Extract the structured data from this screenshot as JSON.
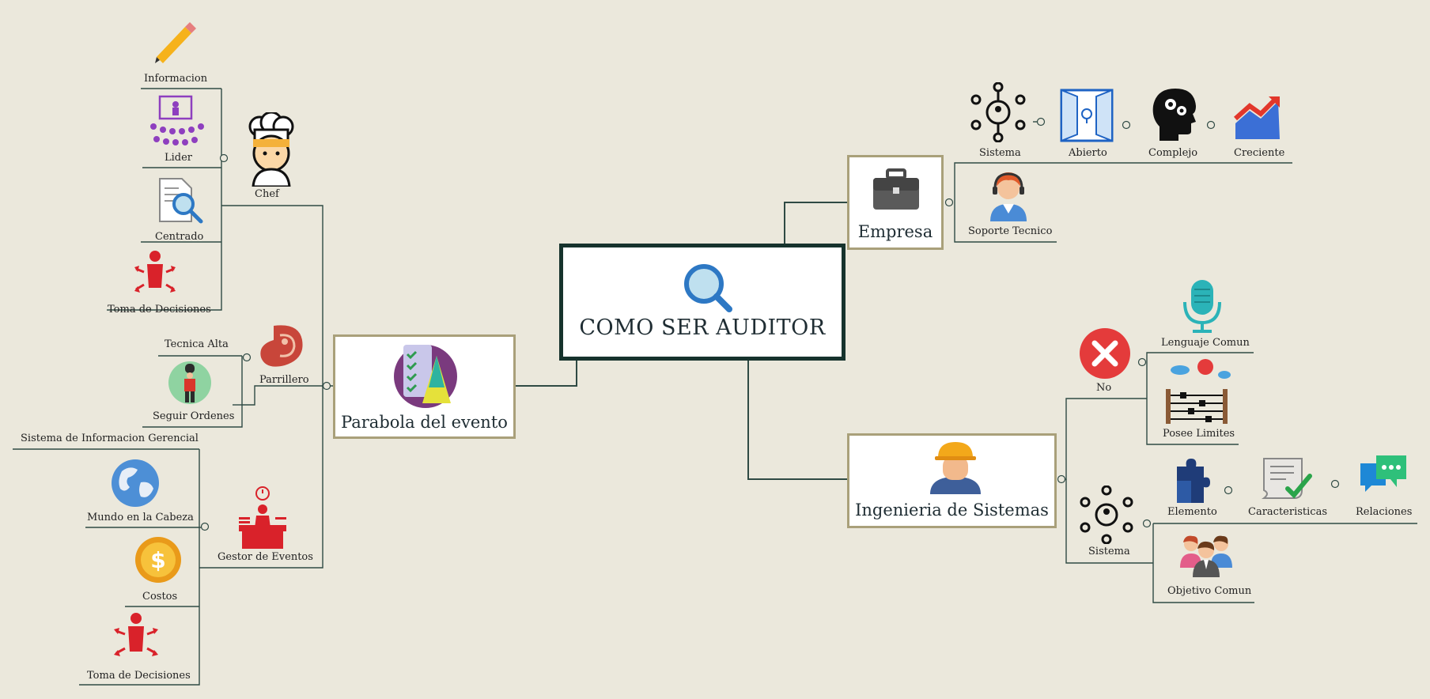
{
  "root": {
    "label": "COMO SER AUDITOR",
    "icon": "magnifier-icon"
  },
  "branches": {
    "parabola": {
      "label": "Parabola del evento",
      "icon": "party-hat-checklist-icon",
      "chef": {
        "label": "Chef",
        "icon": "chef-icon",
        "items": [
          {
            "label": "Informacion",
            "icon": "pencil-icon"
          },
          {
            "label": "Lider",
            "icon": "presenter-audience-icon"
          },
          {
            "label": "Centrado",
            "icon": "document-search-icon"
          },
          {
            "label": "Toma de Decisiones",
            "icon": "decision-person-icon"
          }
        ]
      },
      "parrillero": {
        "label": "Parrillero",
        "icon": "steak-icon",
        "items": [
          {
            "label": "Tecnica Alta",
            "icon": ""
          },
          {
            "label": "Seguir Ordenes",
            "icon": "guard-icon"
          }
        ]
      },
      "gestor": {
        "label": "Gestor de Eventos",
        "icon": "event-desk-icon",
        "items": [
          {
            "label": "Sistema de Informacion Gerencial",
            "icon": ""
          },
          {
            "label": "Mundo en la Cabeza",
            "icon": "globe-icon"
          },
          {
            "label": "Costos",
            "icon": "coin-icon"
          },
          {
            "label": "Toma de Decisiones",
            "icon": "decision-person-icon"
          }
        ]
      }
    },
    "empresa": {
      "label": "Empresa",
      "icon": "briefcase-icon",
      "items": [
        {
          "label": "Sistema",
          "icon": "network-icon"
        },
        {
          "label": "Abierto",
          "icon": "open-door-icon"
        },
        {
          "label": "Complejo",
          "icon": "head-gears-icon"
        },
        {
          "label": "Creciente",
          "icon": "growth-chart-icon"
        },
        {
          "label": "Soporte Tecnico",
          "icon": "support-agent-icon"
        }
      ]
    },
    "ingenieria": {
      "label": "Ingenieria de Sistemas",
      "icon": "engineer-icon",
      "no": {
        "label": "No",
        "icon": "red-x-icon",
        "items": [
          {
            "label": "Lenguaje Comun",
            "icon": "microphone-icon"
          },
          {
            "label": "Posee Limites",
            "icon": "abacus-icon"
          }
        ]
      },
      "sistema": {
        "label": "Sistema",
        "icon": "network-icon",
        "items": [
          {
            "label": "Elemento",
            "icon": "puzzle-icon"
          },
          {
            "label": "Caracteristicas",
            "icon": "checklist-scroll-icon"
          },
          {
            "label": "Relaciones",
            "icon": "chat-bubbles-icon"
          },
          {
            "label": "Objetivo Comun",
            "icon": "team-icon"
          }
        ]
      }
    }
  },
  "colors": {
    "background": "#ebe8dc",
    "line": "#16332d",
    "box_border": "#a9a07a",
    "accent_red": "#d9222a"
  }
}
